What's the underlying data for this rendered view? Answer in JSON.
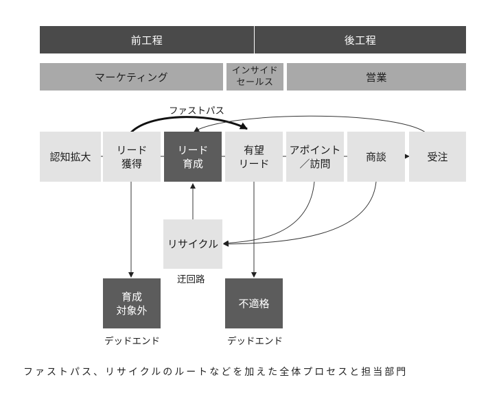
{
  "phases": {
    "front": "前工程",
    "back": "後工程"
  },
  "departments": {
    "marketing": "マーケティング",
    "inside_sales": "インサイド\nセールス",
    "sales": "営業"
  },
  "stages": {
    "awareness": "認知拡大",
    "lead_acquisition": "リード\n獲得",
    "lead_nurturing": "リード\n育成",
    "qualified_lead": "有望\nリード",
    "appointment": "アポイント\n／訪問",
    "negotiation": "商談",
    "order": "受注"
  },
  "side_boxes": {
    "recycle": "リサイクル",
    "out_of_scope": "育成\n対象外",
    "unqualified": "不適格"
  },
  "labels": {
    "fast_pass": "ファストパス",
    "detour": "迂回路",
    "dead_end_1": "デッドエンド",
    "dead_end_2": "デッドエンド"
  },
  "caption": "ファストパス、リサイクルのルートなどを加えた全体プロセスと担当部門"
}
